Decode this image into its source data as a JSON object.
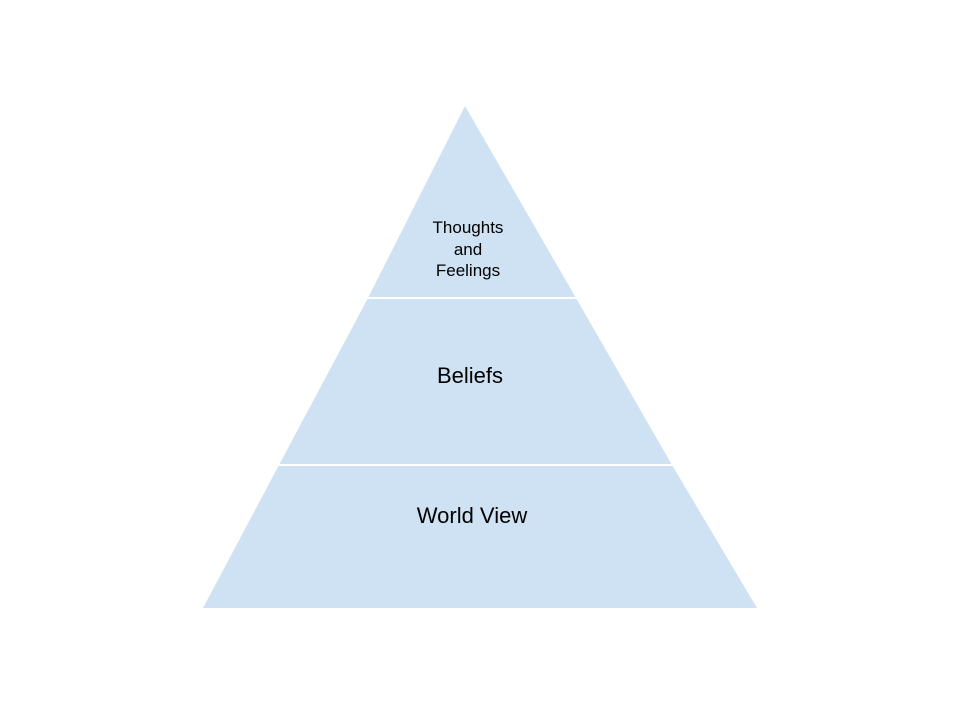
{
  "diagram": {
    "type": "pyramid",
    "fill_color": "#cfe2f3",
    "separator_color": "#ffffff",
    "text_color": "#000000",
    "tiers": [
      {
        "label": "Thoughts\nand\nFeelings"
      },
      {
        "label": "Beliefs"
      },
      {
        "label": "World View"
      }
    ]
  }
}
